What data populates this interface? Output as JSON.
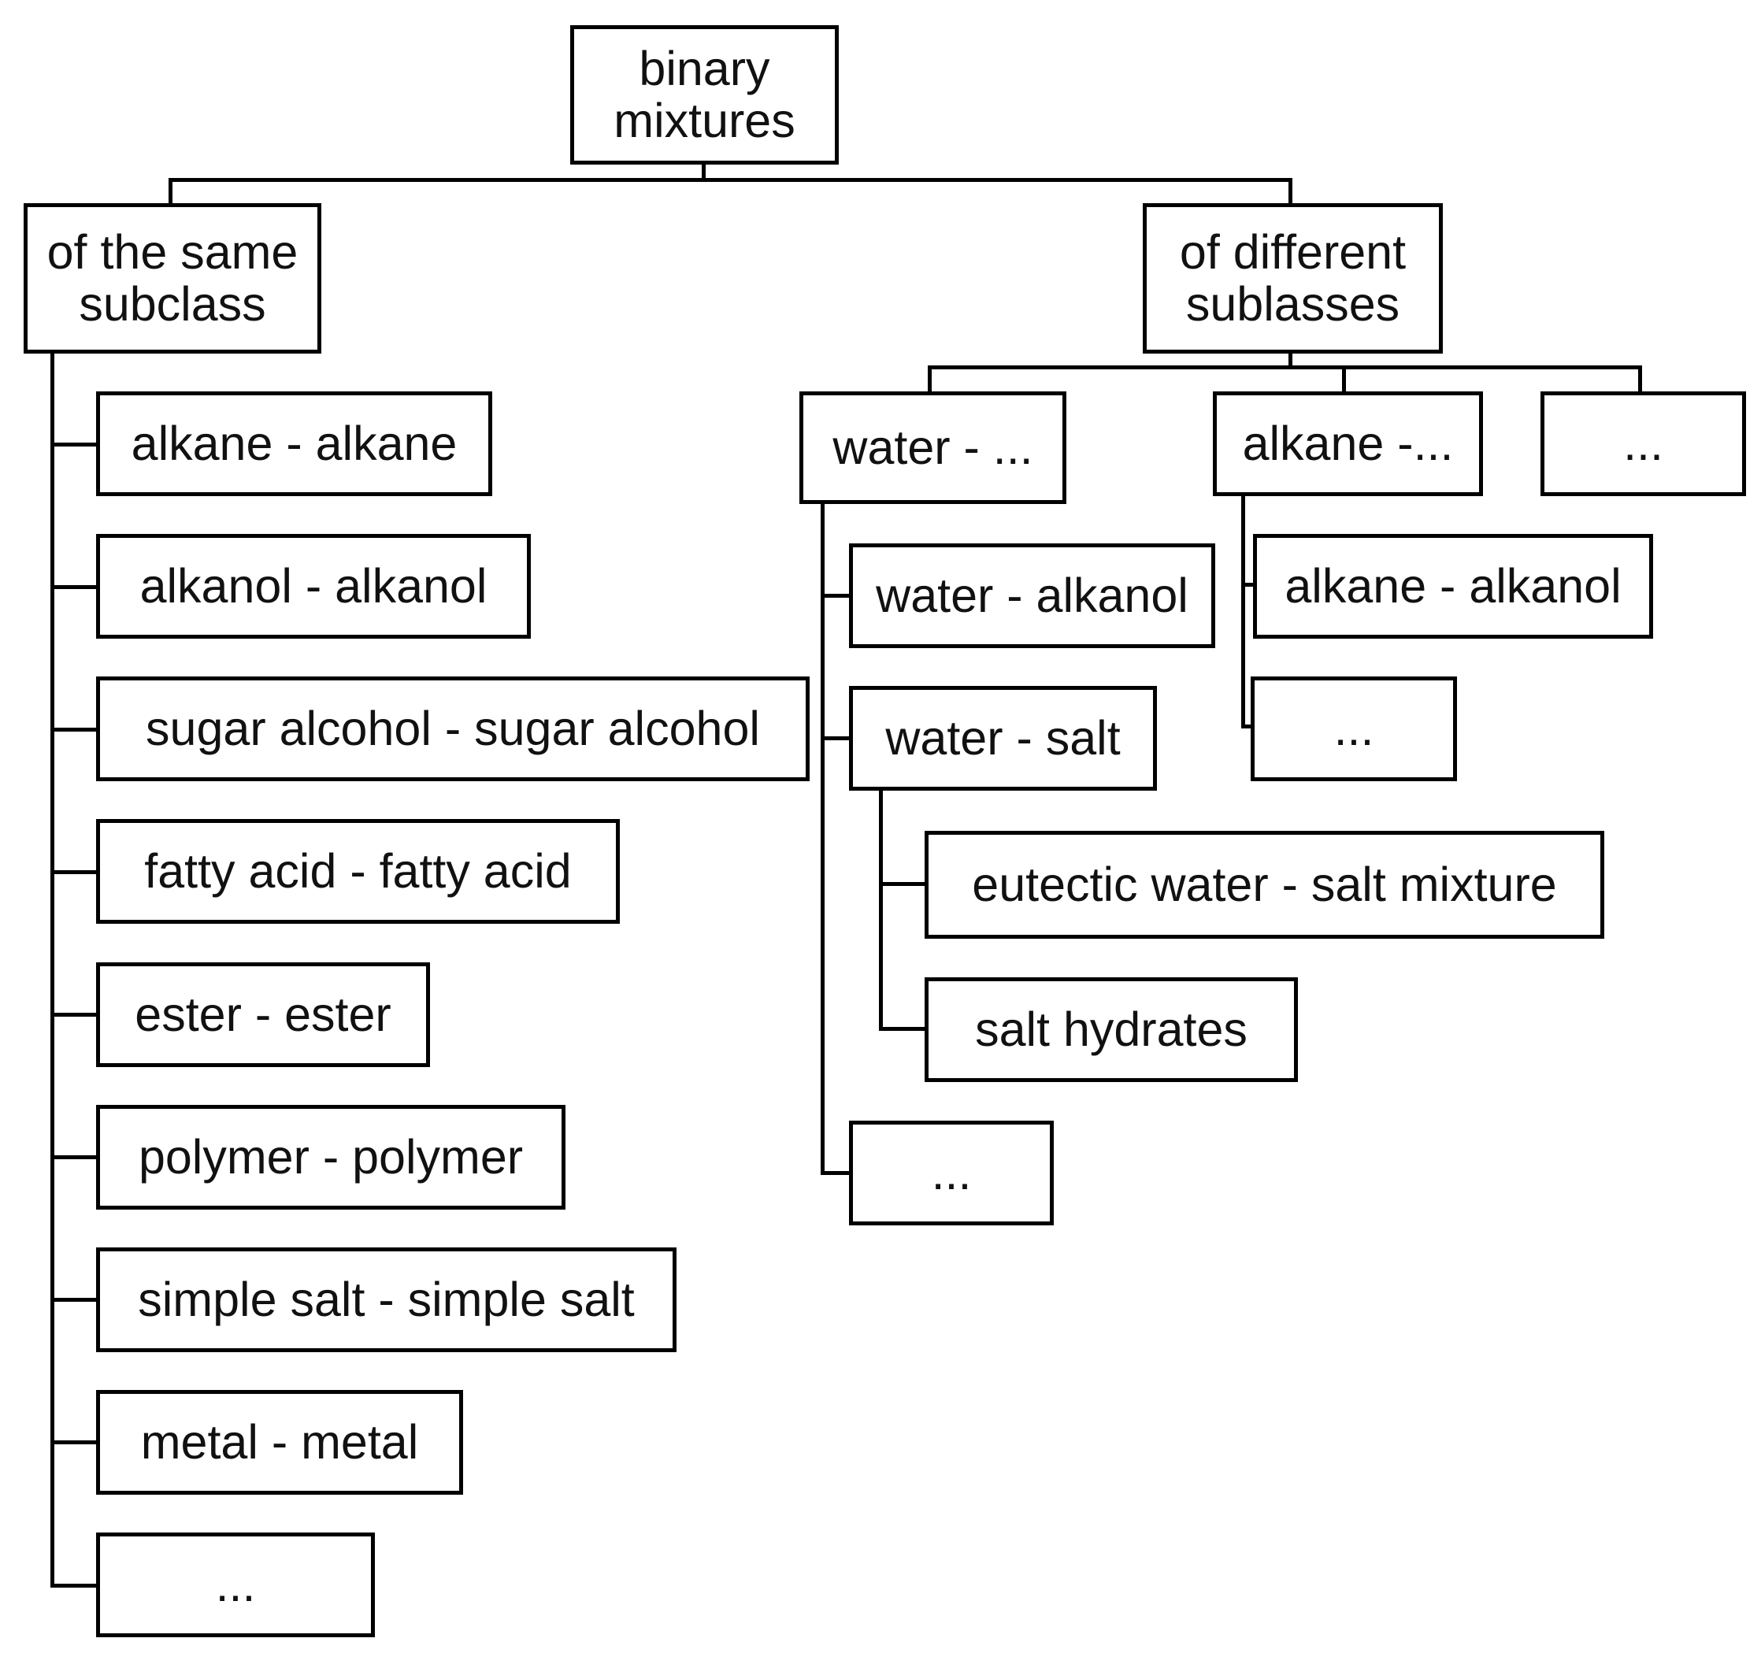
{
  "root": {
    "label": "binary\nmixtures"
  },
  "same": {
    "label": "of the same\nsubclass",
    "items": [
      "alkane  - alkane",
      "alkanol  - alkanol",
      "sugar alcohol  - sugar alcohol",
      "fatty acid - fatty acid",
      "ester  - ester",
      "polymer  - polymer",
      "simple  salt  - simple salt",
      "metal  - metal",
      "..."
    ]
  },
  "different": {
    "label": "of different\nsublasses",
    "water": {
      "label": "water  -  ...",
      "items": [
        "water  - alkanol",
        "water  - salt",
        "..."
      ],
      "salt_items": [
        "eutectic water  - salt mixture",
        "salt  hydrates"
      ]
    },
    "alkane": {
      "label": "alkane  -...",
      "items": [
        "alkane  - alkanol",
        "..."
      ]
    },
    "other": {
      "label": "..."
    }
  }
}
